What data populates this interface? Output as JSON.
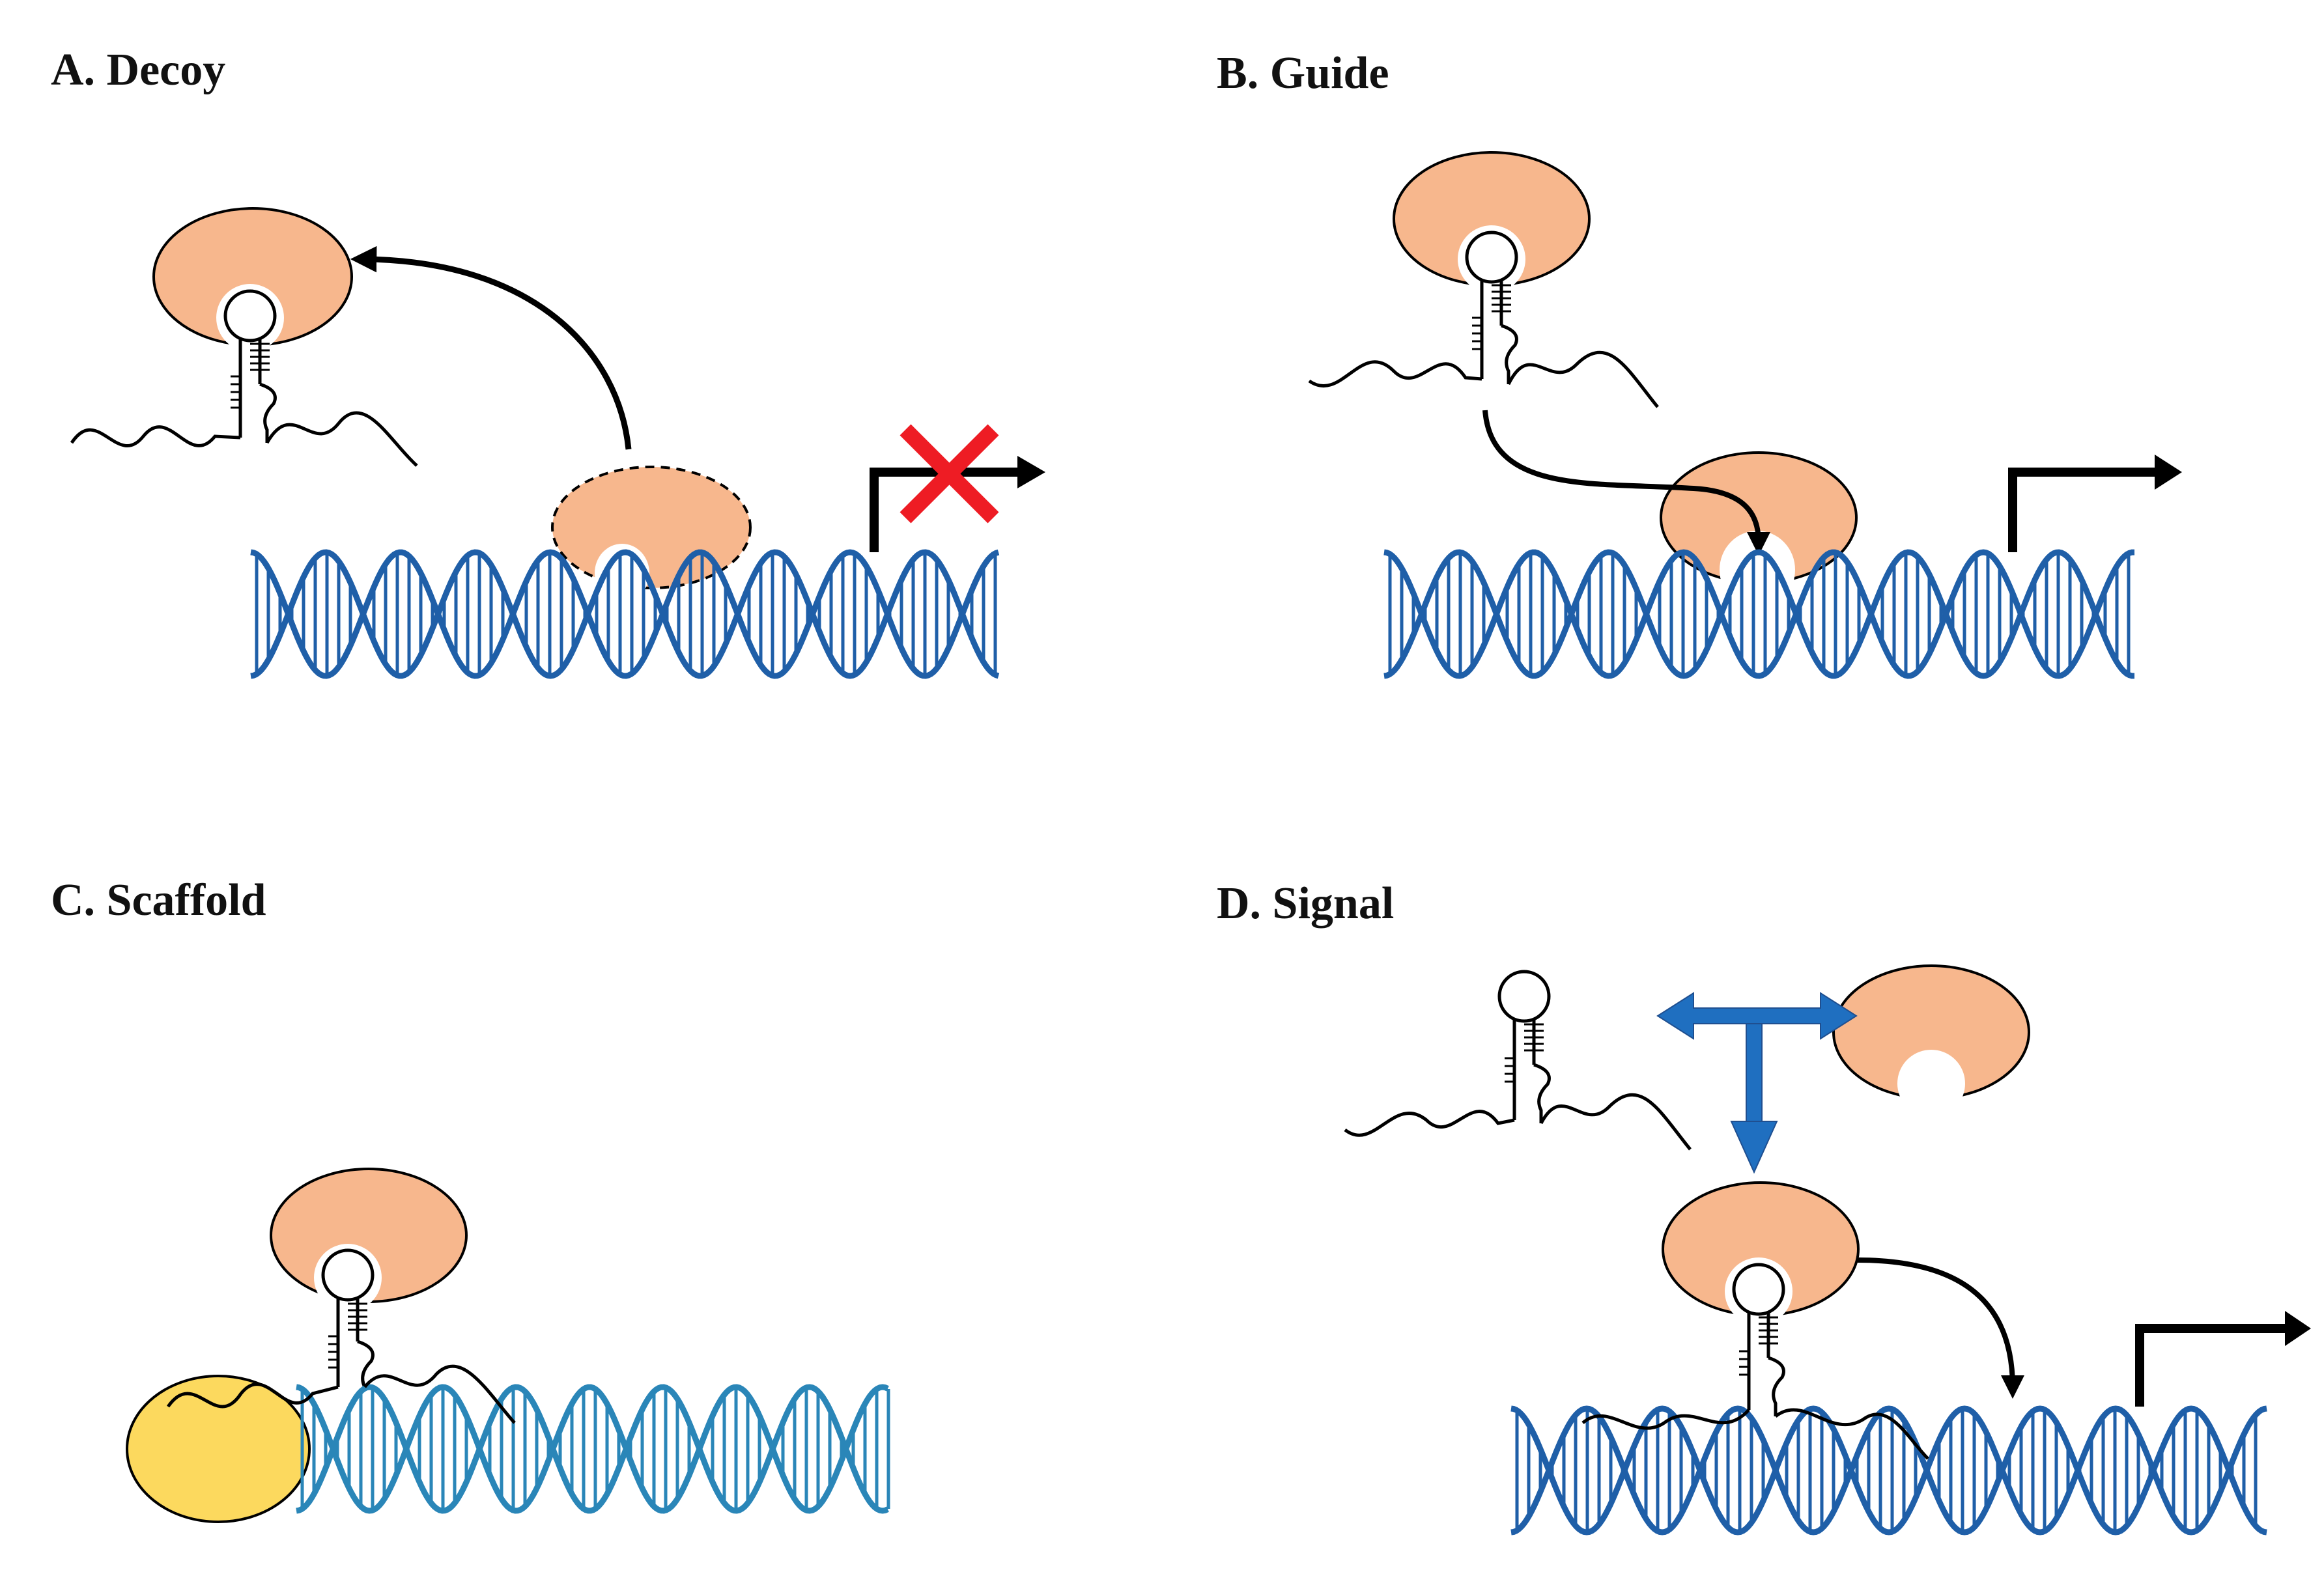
{
  "panels": {
    "a": {
      "label": "A. Decoy"
    },
    "b": {
      "label": "B. Guide"
    },
    "c": {
      "label": "C. Scaffold"
    },
    "d": {
      "label": "D. Signal"
    }
  },
  "colors": {
    "dna_strand": "#1f5fa8",
    "dna_strand_scaffold": "#2a86b8",
    "protein": "#f7b78d",
    "cofactor": "#fcd95e",
    "rna": "#111111",
    "arrow": "#000000",
    "inhibition_x": "#ee1c24",
    "signal_arrow": "#1f6fc0"
  },
  "icons": {
    "rna_hairpin": "stem-loop",
    "transcription_start": "bent-arrow",
    "blocked": "red-x"
  }
}
